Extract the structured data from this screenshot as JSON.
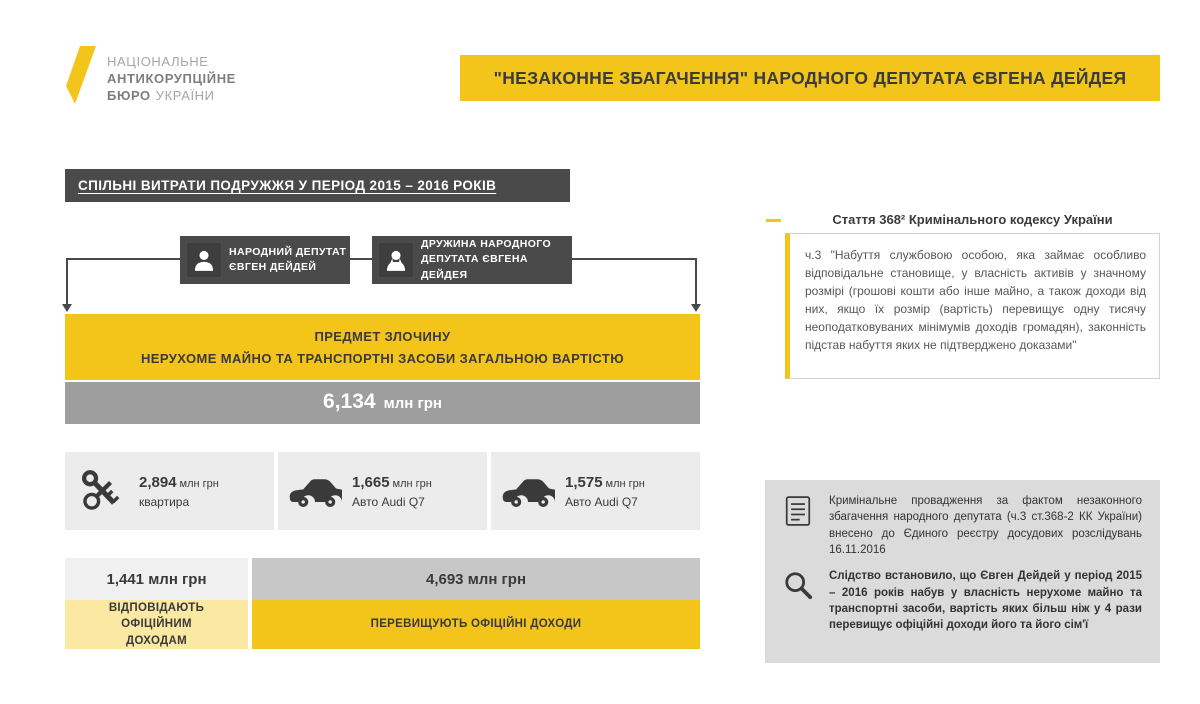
{
  "colors": {
    "accent_yellow": "#F3C51A",
    "pale_yellow": "#FAE8A3",
    "dark_gray": "#4A4A4A",
    "mid_gray": "#9E9E9E",
    "panel_gray": "#DBDBDB"
  },
  "logo": {
    "line1": "НАЦІОНАЛЬНЕ",
    "line2": "АНТИКОРУПЦІЙНЕ",
    "line3_bold": "БЮРО",
    "line3_light": "УКРАЇНИ"
  },
  "banner": {
    "title": "\"НЕЗАКОННЕ ЗБАГАЧЕННЯ\" НАРОДНОГО ДЕПУТАТА ЄВГЕНА ДЕЙДЕЯ"
  },
  "diagram": {
    "section_title": "СПІЛЬНІ ВИТРАТИ ПОДРУЖЖЯ У ПЕРІОД 2015 – 2016 РОКІВ",
    "person1_line1": "НАРОДНИЙ ДЕПУТАТ",
    "person1_line2": "ЄВГЕН ДЕЙДЕЙ",
    "person2_line1": "ДРУЖИНА НАРОДНОГО",
    "person2_line2": "ДЕПУТАТА ЄВГЕНА ДЕЙДЕЯ",
    "subject_line1": "ПРЕДМЕТ ЗЛОЧИНУ",
    "subject_line2": "НЕРУХОМЕ МАЙНО ТА ТРАНСПОРТНІ ЗАСОБИ ЗАГАЛЬНОЮ ВАРТІСТЮ",
    "total_value": "6,134",
    "total_unit": "млн грн",
    "items": [
      {
        "icon": "keys-icon",
        "value": "2,894",
        "unit": "млн грн",
        "label": "квартира"
      },
      {
        "icon": "car-icon",
        "value": "1,665",
        "unit": "млн грн",
        "label": "Авто Audi Q7"
      },
      {
        "icon": "car-icon",
        "value": "1,575",
        "unit": "млн грн",
        "label": "Авто Audi Q7"
      }
    ],
    "legal_value": "1,441 млн грн",
    "legal_label": "ВІДПОВІДАЮТЬ ОФІЦІЙНИМ ДОХОДАМ",
    "excess_value": "4,693 млн грн",
    "excess_label": "ПЕРЕВИЩУЮТЬ ОФІЦІЙНІ ДОХОДИ"
  },
  "law": {
    "title": "Стаття 368² Кримінального кодексу України",
    "quote": "ч.3 \"Набуття службовою особою, яка займає особливо відповідальне становище,  у власність активів у значному розмірі (грошові кошти або інше майно, а також доходи від них, якщо їх розмір (вартість) перевищує одну тисячу неоподатковуваних мінімумів доходів громадян), законність підстав набуття яких не підтверджено доказами\""
  },
  "facts": [
    {
      "icon": "document-icon",
      "text": "Кримінальне провадження за фактом незаконного збагачення народного депутата (ч.3 ст.368-2 КК України) внесено до Єдиного реєстру досудових розслідувань 16.11.2016"
    },
    {
      "icon": "magnifier-icon",
      "text": "Слідство встановило, що Євген Дейдей у період 2015 – 2016 років набув у власність нерухоме майно та транспортні засоби, вартість яких більш ніж у 4 рази перевищує офіційні доходи його та його сім'ї"
    }
  ]
}
